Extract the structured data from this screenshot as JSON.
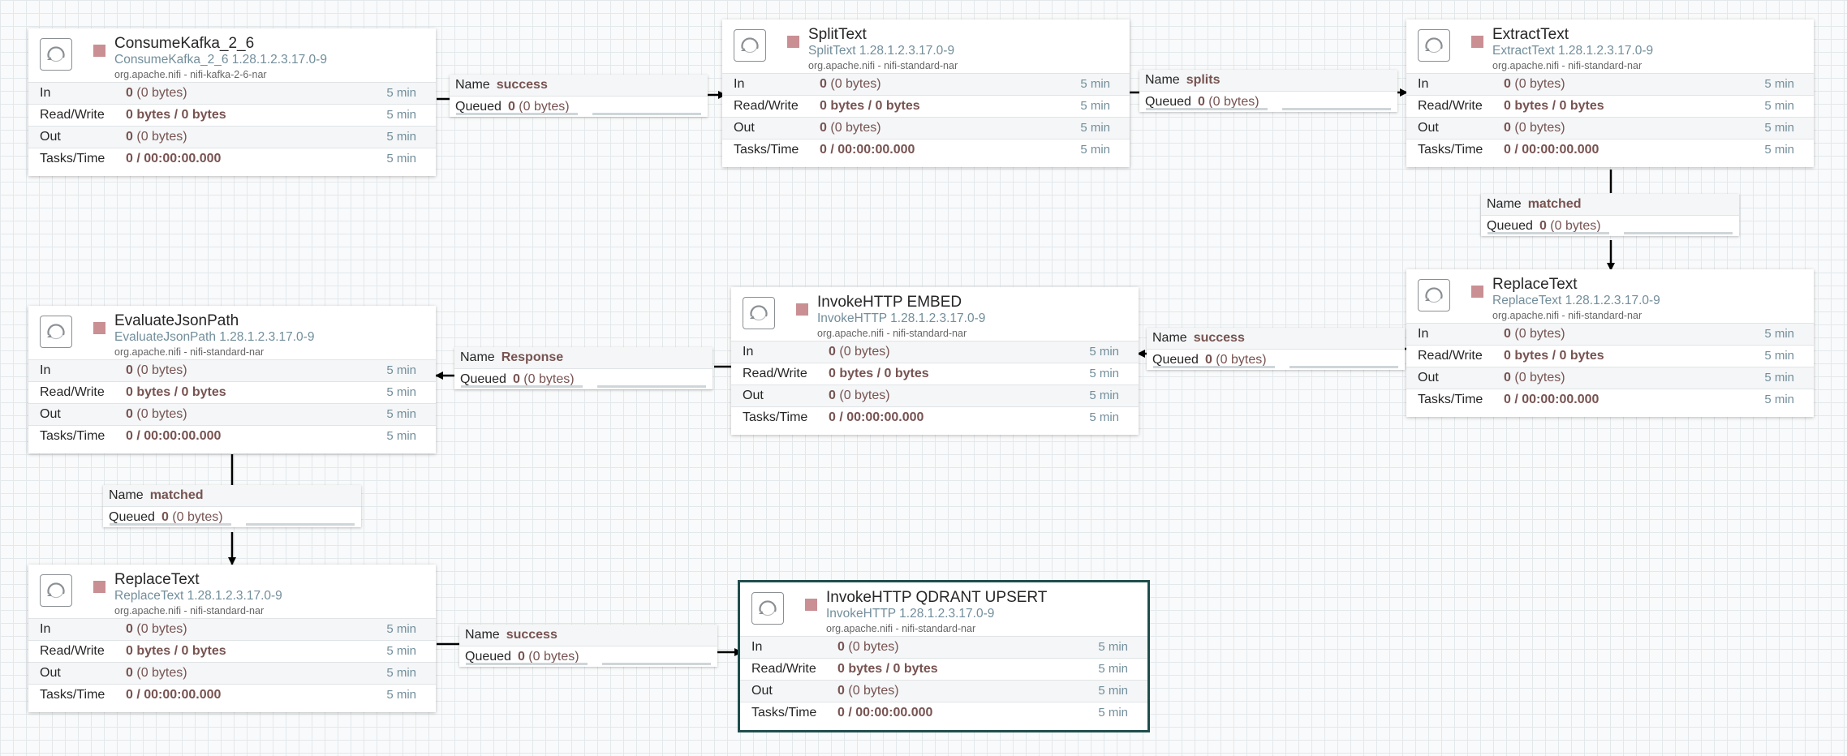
{
  "processors": [
    {
      "id": "consume-kafka",
      "name": "ConsumeKafka_2_6",
      "type": "ConsumeKafka_2_6 1.28.1.2.3.17.0-9",
      "bundle": "org.apache.nifi - nifi-kafka-2-6-nar",
      "in": "0",
      "in_size": "(0 bytes)",
      "rw": "0 bytes / 0 bytes",
      "out": "0",
      "out_size": "(0 bytes)",
      "tasks": "0 / 00:00:00.000",
      "time": "5 min"
    },
    {
      "id": "split-text",
      "name": "SplitText",
      "type": "SplitText 1.28.1.2.3.17.0-9",
      "bundle": "org.apache.nifi - nifi-standard-nar",
      "in": "0",
      "in_size": "(0 bytes)",
      "rw": "0 bytes / 0 bytes",
      "out": "0",
      "out_size": "(0 bytes)",
      "tasks": "0 / 00:00:00.000",
      "time": "5 min"
    },
    {
      "id": "extract-text",
      "name": "ExtractText",
      "type": "ExtractText 1.28.1.2.3.17.0-9",
      "bundle": "org.apache.nifi - nifi-standard-nar",
      "in": "0",
      "in_size": "(0 bytes)",
      "rw": "0 bytes / 0 bytes",
      "out": "0",
      "out_size": "(0 bytes)",
      "tasks": "0 / 00:00:00.000",
      "time": "5 min"
    },
    {
      "id": "replace-text-1",
      "name": "ReplaceText",
      "type": "ReplaceText 1.28.1.2.3.17.0-9",
      "bundle": "org.apache.nifi - nifi-standard-nar",
      "in": "0",
      "in_size": "(0 bytes)",
      "rw": "0 bytes / 0 bytes",
      "out": "0",
      "out_size": "(0 bytes)",
      "tasks": "0 / 00:00:00.000",
      "time": "5 min"
    },
    {
      "id": "invoke-http-embed",
      "name": "InvokeHTTP EMBED",
      "type": "InvokeHTTP 1.28.1.2.3.17.0-9",
      "bundle": "org.apache.nifi - nifi-standard-nar",
      "in": "0",
      "in_size": "(0 bytes)",
      "rw": "0 bytes / 0 bytes",
      "out": "0",
      "out_size": "(0 bytes)",
      "tasks": "0 / 00:00:00.000",
      "time": "5 min"
    },
    {
      "id": "evaluate-json-path",
      "name": "EvaluateJsonPath",
      "type": "EvaluateJsonPath 1.28.1.2.3.17.0-9",
      "bundle": "org.apache.nifi - nifi-standard-nar",
      "in": "0",
      "in_size": "(0 bytes)",
      "rw": "0 bytes / 0 bytes",
      "out": "0",
      "out_size": "(0 bytes)",
      "tasks": "0 / 00:00:00.000",
      "time": "5 min"
    },
    {
      "id": "replace-text-2",
      "name": "ReplaceText",
      "type": "ReplaceText 1.28.1.2.3.17.0-9",
      "bundle": "org.apache.nifi - nifi-standard-nar",
      "in": "0",
      "in_size": "(0 bytes)",
      "rw": "0 bytes / 0 bytes",
      "out": "0",
      "out_size": "(0 bytes)",
      "tasks": "0 / 00:00:00.000",
      "time": "5 min"
    },
    {
      "id": "invoke-http-qdrant",
      "name": "InvokeHTTP QDRANT UPSERT",
      "type": "InvokeHTTP 1.28.1.2.3.17.0-9",
      "bundle": "org.apache.nifi - nifi-standard-nar",
      "in": "0",
      "in_size": "(0 bytes)",
      "rw": "0 bytes / 0 bytes",
      "out": "0",
      "out_size": "(0 bytes)",
      "tasks": "0 / 00:00:00.000",
      "time": "5 min"
    }
  ],
  "labels": {
    "in": "In",
    "rw": "Read/Write",
    "out": "Out",
    "tasks": "Tasks/Time",
    "name": "Name",
    "queued": "Queued"
  },
  "connections": [
    {
      "id": "c-success-1",
      "relationship": "success",
      "queued": "0",
      "queued_size": "(0 bytes)"
    },
    {
      "id": "c-splits",
      "relationship": "splits",
      "queued": "0",
      "queued_size": "(0 bytes)"
    },
    {
      "id": "c-matched-1",
      "relationship": "matched",
      "queued": "0",
      "queued_size": "(0 bytes)"
    },
    {
      "id": "c-success-2",
      "relationship": "success",
      "queued": "0",
      "queued_size": "(0 bytes)"
    },
    {
      "id": "c-response",
      "relationship": "Response",
      "queued": "0",
      "queued_size": "(0 bytes)"
    },
    {
      "id": "c-matched-2",
      "relationship": "matched",
      "queued": "0",
      "queued_size": "(0 bytes)"
    },
    {
      "id": "c-success-3",
      "relationship": "success",
      "queued": "0",
      "queued_size": "(0 bytes)"
    }
  ],
  "colors": {
    "stopped": "#c98f93",
    "value": "#775351",
    "type": "#728e9b",
    "selected_outline": "#1f4d4d",
    "grid": "#e3e8eb"
  },
  "icons": {
    "processor": "processor-icon",
    "status": "stopped-icon"
  }
}
